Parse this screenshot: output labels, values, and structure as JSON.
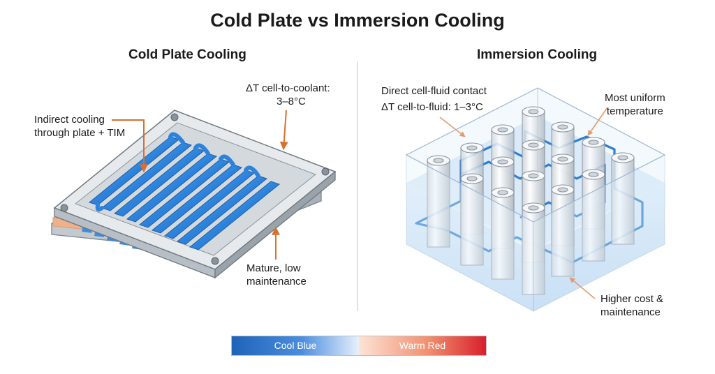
{
  "title": "Cold Plate vs Immersion Cooling",
  "left_panel": {
    "heading": "Cold Plate Cooling",
    "callout_top_right": [
      "ΔT cell-to-coolant:",
      "3–8°C"
    ],
    "callout_left": [
      "Indirect cooling",
      "through plate + TIM"
    ],
    "callout_bottom": [
      "Mature, low",
      "maintenance"
    ]
  },
  "right_panel": {
    "heading": "Immersion Cooling",
    "callout_top_left": [
      "Direct cell-fluid contact",
      "ΔT cell-to-fluid: 1–3°C"
    ],
    "callout_top_right": [
      "Most uniform",
      "temperature"
    ],
    "callout_bottom": [
      "Higher cost &",
      "maintenance"
    ]
  },
  "legend": {
    "cool_label": "Cool Blue",
    "warm_label": "Warm Red"
  },
  "colors": {
    "accent_arrow": "#d9702c",
    "coolant": "#3a8ee0",
    "tim": "#f6c39e",
    "fluid": "#d8eaf8"
  }
}
